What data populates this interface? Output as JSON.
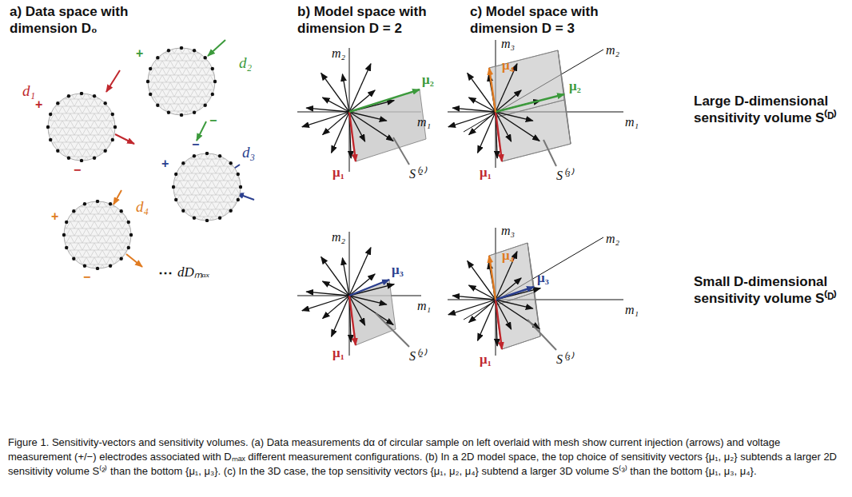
{
  "diagram": {
    "caption": "Figure 1. Sensitivity-vectors and sensitivity volumes. (a) Data measurements dα of circular sample on left overlaid with mesh show current injection (arrows) and voltage measurement (+/−) electrodes associated with Dₘₐₓ different measurement configurations. (b) In a 2D model space, the top choice of sensitivity vectors {μ₁, μ₂} subtends a larger 2D sensitivity volume S⁽²⁾ than the bottom {μ₁, μ₃}. (c) In the 3D case, the top sensitivity vectors {μ₁, μ₂, μ₄} subtend a larger 3D volume S⁽³⁾ than the bottom {μ₁, μ₃, μ₄}.",
    "nodes": [
      {
        "text": [
          "d₁"
        ]
      },
      {
        "text": [
          "d₂"
        ]
      },
      {
        "text": [
          "d₃"
        ]
      },
      {
        "text": [
          "d₄"
        ]
      }
    ],
    "labels": [
      "a) Data space with dimension D₀",
      "b) Model space with dimension D = 2",
      "c) Model space with dimension D = 3",
      "+",
      "−",
      "+",
      "−",
      "+",
      "−",
      "+",
      "−",
      "⋯",
      "dDₘₐₓ",
      "m₂",
      "m₁",
      "μ₂",
      "μ₁",
      "S⁽²⁾",
      "m₂",
      "m₁",
      "μ₃",
      "μ₁",
      "S⁽²⁾",
      "m₃",
      "m₂",
      "m₁",
      "μ₄",
      "μ₂",
      "μ₁",
      "S⁽³⁾",
      "m₃",
      "m₂",
      "m₁",
      "μ₄",
      "μ₃",
      "μ₁",
      "S⁽³⁾",
      "Large D-dimensional sensitivity volume S⁽ᴰ⁾",
      "Small D-dimensional sensitivity volume S⁽ᴰ⁾"
    ]
  }
}
